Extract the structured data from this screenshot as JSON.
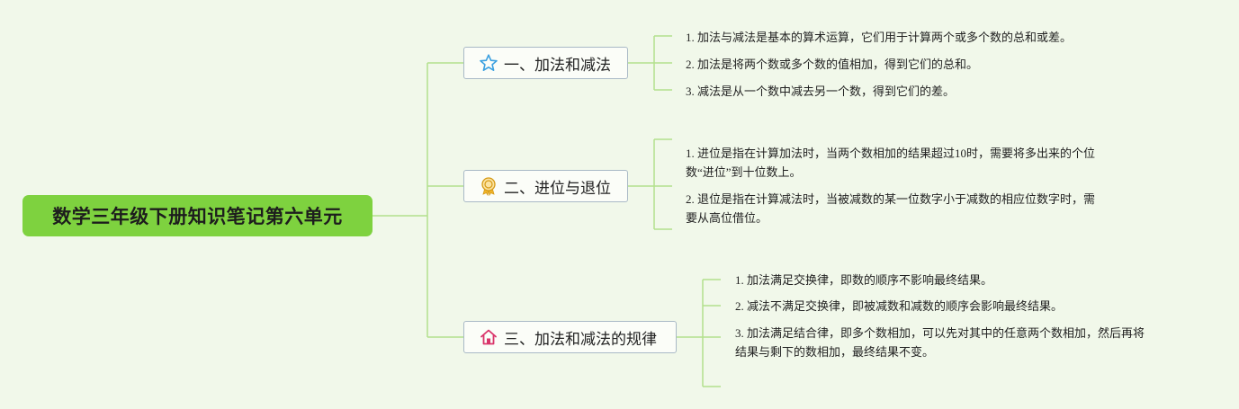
{
  "root": {
    "title": "数学三年级下册知识笔记第六单元"
  },
  "branches": [
    {
      "title": "一、加法和减法",
      "icon": "star-icon",
      "items": [
        "1. 加法与减法是基本的算术运算，它们用于计算两个或多个数的总和或差。",
        "2. 加法是将两个数或多个数的值相加，得到它们的总和。",
        "3. 减法是从一个数中减去另一个数，得到它们的差。"
      ]
    },
    {
      "title": "二、进位与退位",
      "icon": "award-ribbon-icon",
      "items": [
        "1. 进位是指在计算加法时，当两个数相加的结果超过10时，需要将多出来的个位",
        "数“进位”到十位数上。",
        "2. 退位是指在计算减法时，当被减数的某一位数字小于减数的相应位数字时，需",
        "要从高位借位。"
      ]
    },
    {
      "title": "三、加法和减法的规律",
      "icon": "house-icon",
      "items": [
        "1. 加法满足交换律，即数的顺序不影响最终结果。",
        "2. 减法不满足交换律，即被减数和减数的顺序会影响最终结果。",
        "3. 加法满足结合律，即多个数相加，可以先对其中的任意两个数相加，然后再将",
        "结果与剩下的数相加，最终结果不变。"
      ]
    }
  ],
  "colors": {
    "background": "#f1f8ea",
    "root_fill": "#7ed23f",
    "connector": "#b3e08c",
    "branch_border": "#a9b9c6",
    "star": "#3aa0e0",
    "award": "#f0b429",
    "house": "#d9346a"
  }
}
